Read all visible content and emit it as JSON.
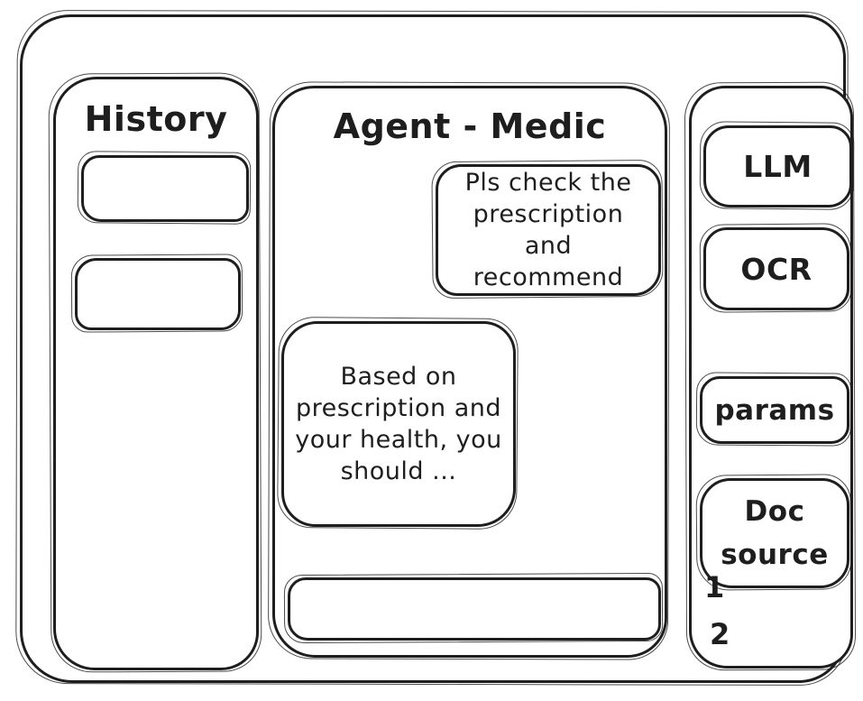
{
  "colors": {
    "ink": "#1e1e1e",
    "paper": "#ffffff"
  },
  "history_panel": {
    "title": "History",
    "items": [
      {
        "label": ""
      },
      {
        "label": ""
      }
    ]
  },
  "chat_panel": {
    "title": "Agent - Medic",
    "messages": [
      {
        "role": "user",
        "text": "Pls check the prescription and recommend"
      },
      {
        "role": "assistant",
        "text": "Based on prescription and your health, you should ..."
      }
    ],
    "input": {
      "value": "",
      "placeholder": ""
    }
  },
  "tools_panel": {
    "buttons": [
      {
        "label": "LLM"
      },
      {
        "label": "OCR"
      },
      {
        "label": "params"
      }
    ],
    "doc_source": {
      "label": "Doc source",
      "items": [
        {
          "label": "1"
        },
        {
          "label": "2"
        }
      ]
    }
  }
}
